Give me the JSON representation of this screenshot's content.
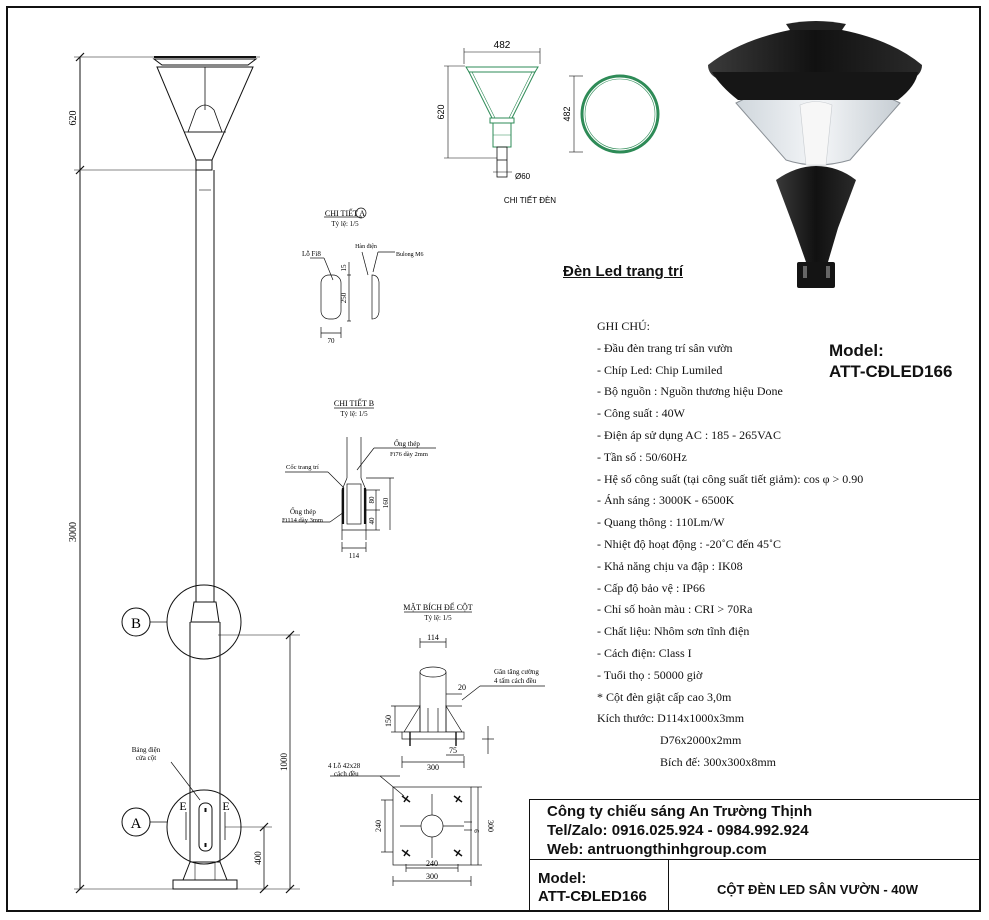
{
  "dimensions": {
    "dim_620_left": "620",
    "dim_3000": "3000",
    "dim_1000": "1000",
    "dim_400": "400",
    "dim_482_top": "482",
    "dim_620_lamp": "620",
    "dim_482_side": "482",
    "dim_phi60": "Ø60"
  },
  "labels": {
    "chi_tiet_den": "CHI TIẾT ĐÈN",
    "circle_b": "B",
    "circle_a": "A",
    "e_left": "E",
    "e_right": "E",
    "bang_dien": "Bảng điện",
    "cua_cot": "cửa cột"
  },
  "detail_a": {
    "title": "CHI TIẾT A",
    "scale": "Tỷ lệ: 1/5",
    "lo": "Lỗ Fi8",
    "han_dien": "Hàn điện",
    "bulong": "Bulong M6",
    "dim_15": "15",
    "dim_250": "250",
    "dim_70": "70"
  },
  "detail_b": {
    "title": "CHI TIẾT B",
    "scale": "Tỷ lệ: 1/5",
    "ong_thep_top": "Ống thép",
    "ong_thep_top_spec": "Fi76 dày 2mm",
    "coc_trang_tri": "Cốc trang trí",
    "ong_thep_bot": "Ống thép",
    "ong_thep_bot_spec": "Fi114 dày 3mm",
    "dim_80": "80",
    "dim_160": "160",
    "dim_40": "40",
    "dim_114": "114"
  },
  "flange": {
    "title": "MẶT BÍCH ĐẾ CỘT",
    "scale": "Tỷ lệ: 1/5",
    "dim_114": "114",
    "gan": "Gân tăng cường",
    "gan_spec": "4 tấm cách đều",
    "dim_20": "20",
    "dim_150": "150",
    "dim_75": "75",
    "dim_300_side": "300",
    "holes": "4 Lỗ 42x28",
    "holes_spec": "cách đều",
    "dim_240_left": "240",
    "dim_300_right": "300",
    "dim_6": "6",
    "dim_240_bottom": "240",
    "dim_300_bottom": "300"
  },
  "lamp_title": "Đèn Led trang trí",
  "model_right": {
    "line1": "Model:",
    "line2": "ATT-CĐLED166"
  },
  "notes": [
    "GHI CHÚ:",
    "- Đầu đèn trang trí sân vườn",
    "- Chíp Led: Chip Lumiled",
    "- Bộ nguồn : Nguồn thương hiệu Done",
    "- Công suất : 40W",
    "- Điện áp sử dụng AC : 185 - 265VAC",
    "- Tần số : 50/60Hz",
    "- Hệ số công suất (tại công suất tiết giảm): cos φ > 0.90",
    "- Ánh sáng : 3000K - 6500K",
    "- Quang thông : 110Lm/W",
    "- Nhiệt độ hoạt động : -20˚C đến 45˚C",
    "- Khả năng chịu va đập : IK08",
    "- Cấp độ bảo vệ : IP66",
    "- Chỉ số hoàn màu : CRI > 70Ra",
    "- Chất liệu: Nhôm sơn tĩnh điện",
    "- Cách điện: Class I",
    "- Tuổi thọ : 50000 giờ",
    "* Cột đèn giật cấp cao 3,0m",
    "Kích thước: D114x1000x3mm",
    "D76x2000x2mm",
    "Bích đế: 300x300x8mm"
  ],
  "company": {
    "name": "Công ty chiếu sáng An Trường Thịnh",
    "phone": "Tel/Zalo: 0916.025.924 - 0984.992.924",
    "web": "Web: antruongthinhgroup.com"
  },
  "model_bottom": {
    "line1": "Model:",
    "line2": "ATT-CĐLED166"
  },
  "product_name": "CỘT ĐÈN LED SÂN VƯỜN - 40W",
  "colors": {
    "line": "#111111",
    "lamp_green": "#2e8b57",
    "lamp_black": "#1b1b1b"
  }
}
